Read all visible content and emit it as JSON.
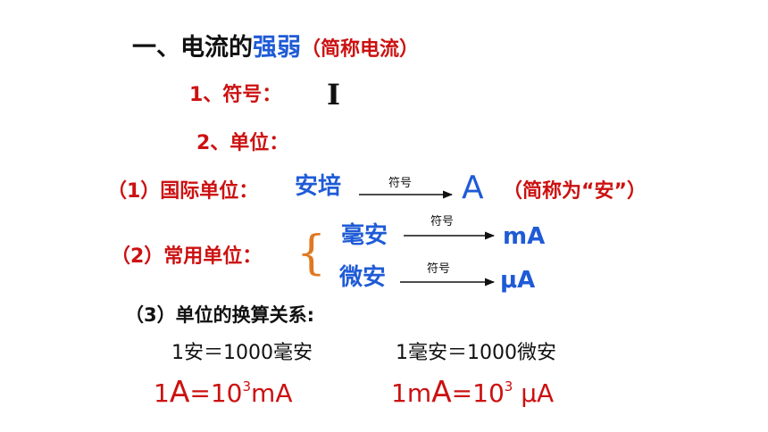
{
  "title": {
    "prefix": "一、电流的",
    "highlight": "强弱",
    "note": "（简称电流）"
  },
  "symbol": {
    "label": "1、符号：",
    "value": "I"
  },
  "unit": {
    "label": "2、单位："
  },
  "intl": {
    "label": "（1）国际单位：",
    "name": "安培",
    "arrow_label": "符号",
    "symbol": "A",
    "note": "（简称为“安”）"
  },
  "common": {
    "label": "（2）常用单位：",
    "items": [
      {
        "name": "毫安",
        "arrow_label": "符号",
        "symbol": "mA"
      },
      {
        "name": "微安",
        "arrow_label": "符号",
        "symbol": "μA"
      }
    ]
  },
  "conversion": {
    "label": "（3）单位的换算关系:",
    "eq1": "1安＝1000毫安",
    "eq2": "1毫安＝1000微安",
    "formula1": {
      "lhs_num": "1",
      "lhs_unit": "A",
      "eq": "=10",
      "exp": "3",
      "rhs_unit": "mA"
    },
    "formula2": {
      "lhs_num": "1m",
      "lhs_unit": "A",
      "eq": "=10",
      "exp": "3",
      "rhs_unit": " μA"
    }
  },
  "colors": {
    "black": "#111111",
    "red": "#cc1111",
    "blue": "#1f5bd6",
    "brace": "#e07820"
  }
}
